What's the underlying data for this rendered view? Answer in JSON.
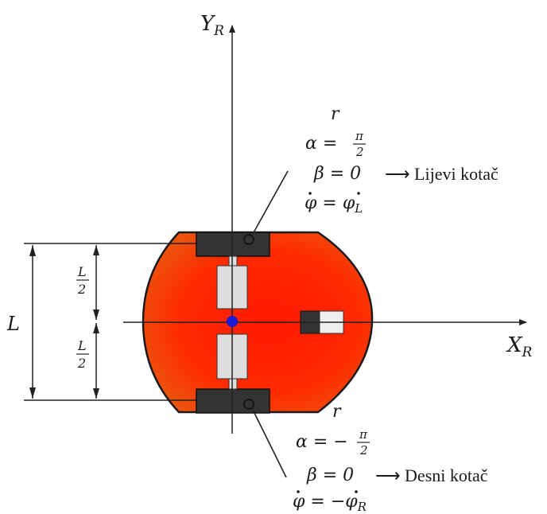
{
  "axes": {
    "y": {
      "base": "Y",
      "sub": "R"
    },
    "x": {
      "base": "X",
      "sub": "R"
    }
  },
  "dimensions": {
    "full": "L",
    "half_num": "L",
    "half_den": "2"
  },
  "left_wheel": {
    "radius": "r",
    "alpha_lhs": "α = ",
    "alpha_num": "π",
    "alpha_den": "2",
    "beta": "β = 0",
    "phi_lhs": "φ = φ",
    "phi_sub": "L",
    "name": "⟶ Lijevi kotač"
  },
  "right_wheel": {
    "radius": "r",
    "alpha_lhs": "α = −",
    "alpha_num": "π",
    "alpha_den": "2",
    "beta": "β = 0",
    "phi_lhs": "φ = −φ",
    "phi_sub": "R",
    "name": "⟶ Desni kotač"
  },
  "colors": {
    "body_center": "#ff1a00",
    "body_edge": "#e84a10",
    "wheel": "#333333",
    "motor": "#dddddd",
    "center_point": "#1a1ad0"
  }
}
